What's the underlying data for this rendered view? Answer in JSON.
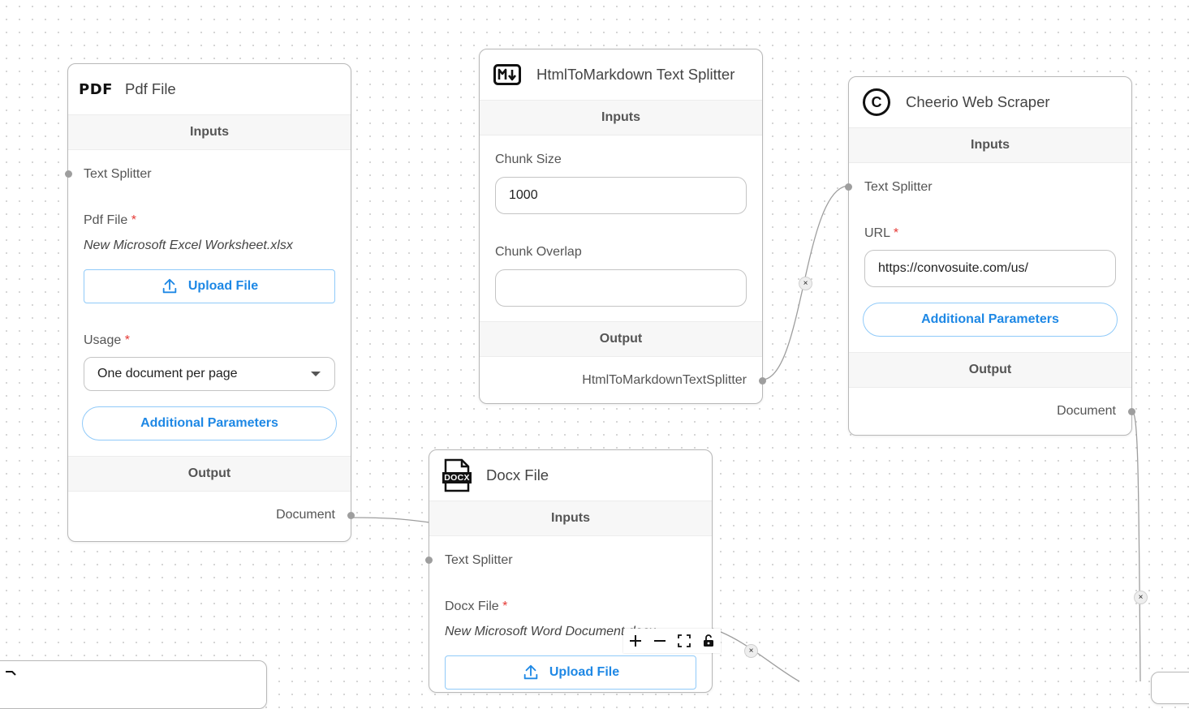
{
  "nodes": {
    "pdf": {
      "title": "Pdf File",
      "icon": "pdf-icon",
      "inputs_label": "Inputs",
      "text_splitter_label": "Text Splitter",
      "pdf_file_label": "Pdf File",
      "required_mark": "*",
      "file_name": "New Microsoft Excel Worksheet.xlsx",
      "upload_label": "Upload File",
      "usage_label": "Usage",
      "usage_value": "One document per page",
      "additional_params_label": "Additional Parameters",
      "output_label": "Output",
      "document_label": "Document"
    },
    "html_md": {
      "title": "HtmlToMarkdown Text Splitter",
      "icon": "markdown-icon",
      "inputs_label": "Inputs",
      "chunk_size_label": "Chunk Size",
      "chunk_size_value": "1000",
      "chunk_overlap_label": "Chunk Overlap",
      "chunk_overlap_value": "",
      "output_label": "Output",
      "output_name": "HtmlToMarkdownTextSplitter"
    },
    "cheerio": {
      "title": "Cheerio Web Scraper",
      "icon": "cheerio-icon",
      "inputs_label": "Inputs",
      "text_splitter_label": "Text Splitter",
      "url_label": "URL",
      "required_mark": "*",
      "url_value": "https://convosuite.com/us/",
      "additional_params_label": "Additional Parameters",
      "output_label": "Output",
      "document_label": "Document"
    },
    "docx": {
      "title": "Docx File",
      "icon": "docx-icon",
      "inputs_label": "Inputs",
      "text_splitter_label": "Text Splitter",
      "docx_file_label": "Docx File",
      "required_mark": "*",
      "file_name": "New Microsoft Word Document.docx",
      "upload_label": "Upload File"
    }
  },
  "icons": {
    "pdf_text": "PDF",
    "docx_text": "DOCX",
    "cheerio_letter": "C"
  },
  "edge_delete_symbol": "×",
  "colors": {
    "accent": "#1e88e5",
    "accent_border": "#90caf9",
    "required": "#e53935",
    "handle": "#9e9e9e"
  }
}
